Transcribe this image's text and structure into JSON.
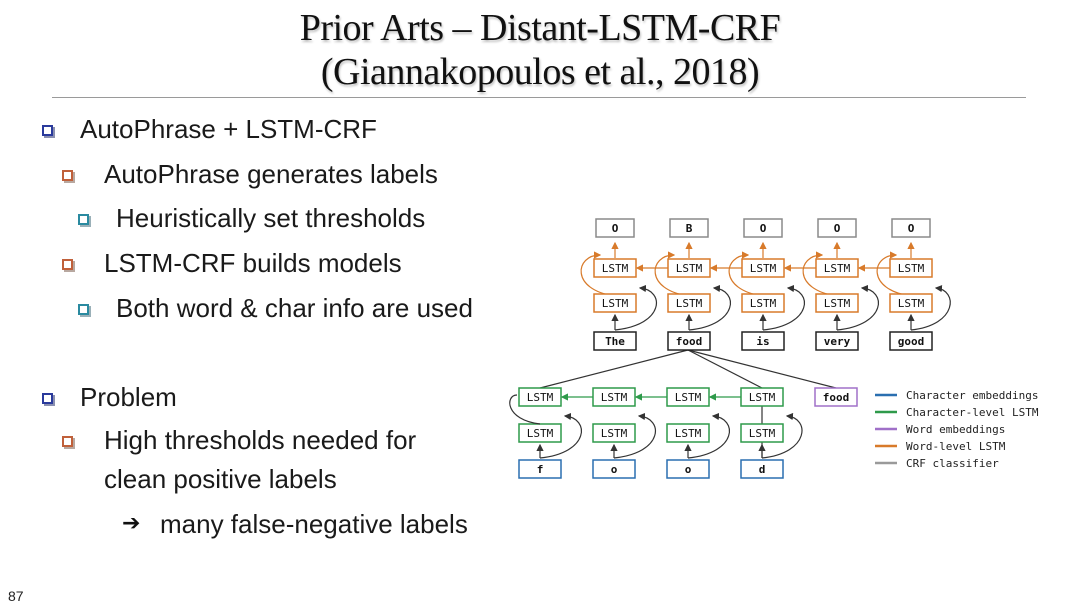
{
  "title": {
    "line1": "Prior Arts – Distant-LSTM-CRF",
    "line2": "(Giannakopoulos  et al., 2018)"
  },
  "bullets": {
    "b1": "AutoPhrase + LSTM-CRF",
    "b1_1": "AutoPhrase generates labels",
    "b1_1_1": "Heuristically set thresholds",
    "b1_2": "LSTM-CRF builds models",
    "b1_2_1": "Both word & char info are used",
    "b2": "Problem",
    "b2_1_line1": "High thresholds needed for",
    "b2_1_line2": "clean positive labels",
    "b2_1_1": "many false-negative labels"
  },
  "diagram": {
    "tags": [
      "O",
      "B",
      "O",
      "O",
      "O"
    ],
    "words": [
      "The",
      "food",
      "is",
      "very",
      "good"
    ],
    "lstm_label": "LSTM",
    "chars": [
      "f",
      "o",
      "o",
      "d"
    ],
    "word_embedding_label": "food",
    "legend": [
      {
        "label": "Character embeddings",
        "color": "#2a6fb0"
      },
      {
        "label": "Character-level LSTM",
        "color": "#2e9a4a"
      },
      {
        "label": "Word embeddings",
        "color": "#a070c8"
      },
      {
        "label": "Word-level LSTM",
        "color": "#d87a2a"
      },
      {
        "label": "CRF classifier",
        "color": "#9a9a9a"
      }
    ]
  },
  "page_number": "87"
}
